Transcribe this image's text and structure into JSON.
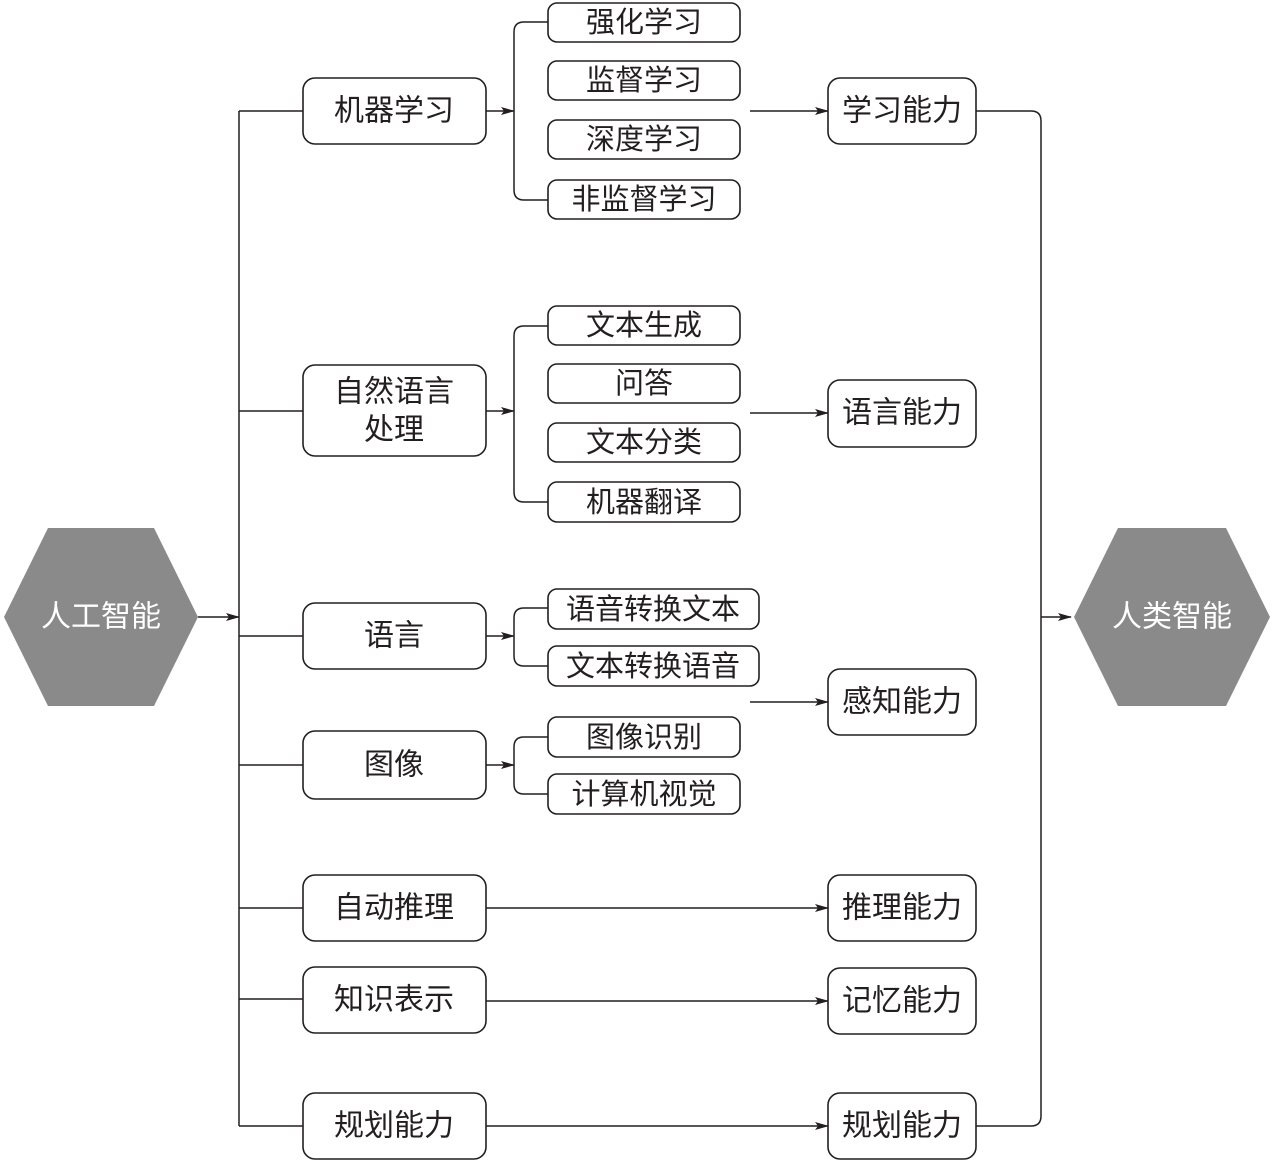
{
  "source_node": "人工智能",
  "target_node": "人类智能",
  "domains": {
    "ml": "机器学习",
    "nlp_line1": "自然语言",
    "nlp_line2": "处理",
    "speech": "语言",
    "image": "图像",
    "reasoning": "自动推理",
    "knowledge": "知识表示",
    "planning": "规划能力"
  },
  "subtopics": {
    "ml": [
      "强化学习",
      "监督学习",
      "深度学习",
      "非监督学习"
    ],
    "nlp": [
      "文本生成",
      "问答",
      "文本分类",
      "机器翻译"
    ],
    "speech": [
      "语音转换文本",
      "文本转换语音"
    ],
    "image": [
      "图像识别",
      "计算机视觉"
    ]
  },
  "abilities": {
    "learning": "学习能力",
    "language": "语言能力",
    "perception": "感知能力",
    "reasoning": "推理能力",
    "memory": "记忆能力",
    "planning": "规划能力"
  }
}
